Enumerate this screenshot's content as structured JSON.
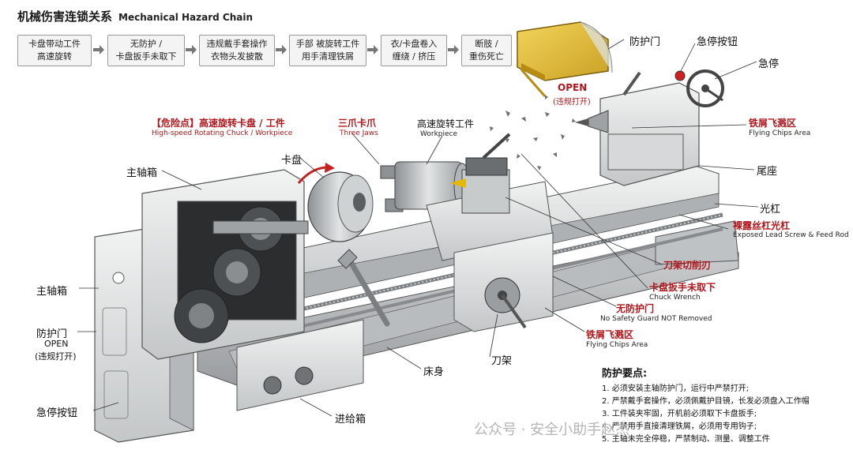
{
  "title": {
    "zh": "机械伤害连锁关系",
    "en": "Mechanical Hazard Chain"
  },
  "chain": [
    {
      "line1": "卡盘带动工件",
      "line2": "高速旋转"
    },
    {
      "line1": "无防护 /",
      "line2": "卡盘扳手未取下"
    },
    {
      "line1": "违规戴手套操作",
      "line2": "衣物头发披散"
    },
    {
      "line1": "手部 被旋转工件",
      "line2": "用手清理铁屑"
    },
    {
      "line1": "衣/卡盘卷入",
      "line2": "缠绕 / 挤压"
    },
    {
      "line1": "断肢 /",
      "line2": "重伤死亡"
    }
  ],
  "labels": {
    "guard_top": "防护门",
    "estop_top": "急停按钮",
    "estop2": "急停",
    "open_title": "OPEN",
    "open_sub": "(违规打开)",
    "danger_zh": "【危险点】高速旋转卡盘 / 工件",
    "danger_en": "High-speed Rotating Chuck / Workpiece",
    "jaws_zh": "三爪卡爪",
    "jaws_en": "Three Jaws",
    "workpiece_zh": "高速旋转工件",
    "workpiece_en": "Workpiece",
    "chuck": "卡盘",
    "headstock_top": "主轴箱",
    "chips_top_zh": "铁屑飞溅区",
    "chips_top_en": "Flying Chips Area",
    "tailstock": "尾座",
    "feed_rod": "光杠",
    "lead_zh": "裸露丝杠光杠",
    "lead_en": "Exposed Lead Screw & Feed Rod",
    "cutter": "刀架切削刃",
    "wrench_zh": "卡盘扳手未取下",
    "wrench_en": "Chuck Wrench",
    "noguard_zh": "无防护门",
    "noguard_en": "No Safety Guard NOT Removed",
    "chips_low_zh": "铁屑飞溅区",
    "chips_low_en": "Flying Chips Area",
    "headstock_left": "主轴箱",
    "guard_left": "防护门",
    "guard_left_open": "OPEN",
    "guard_left_sub": "(违规打开)",
    "estop_left": "急停按钮",
    "bed": "床身",
    "toolpost": "刀架",
    "feedbox": "进给箱"
  },
  "notes": {
    "heading": "防护要点:",
    "items": [
      "1. 必须安装主轴防护门，运行中严禁打开;",
      "2. 严禁戴手套操作，必须佩戴护目镜，长发必须盘入工作帽",
      "3. 工件装夹牢固，开机前必须取下卡盘扳手;",
      "4. 严禁用手直接清理铁屑，必须用专用钩子;",
      "5. 主轴未完全停稳，严禁制动、测量、调整工件"
    ]
  },
  "watermark": "公众号 · 安全小助手赵杰",
  "colors": {
    "accent_red": "#b0161b",
    "guard_yellow": "#e8c23a",
    "machine_gray": "#d8dadb"
  }
}
